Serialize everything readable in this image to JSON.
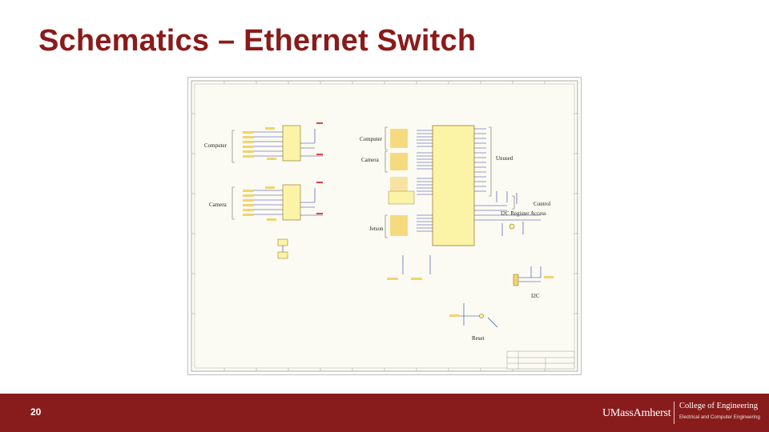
{
  "slide": {
    "title": "Schematics – Ethernet Switch",
    "page_number": "20"
  },
  "schematic": {
    "labels": {
      "computer_left": "Computer",
      "camera_left": "Camera",
      "computer_right": "Computer",
      "camera_right": "Camera",
      "jetson": "Jetson",
      "unused": "Unused",
      "control": "Control",
      "i2c_register_access": "I2C Register Access",
      "i2c": "I2C",
      "reset": "Reset"
    }
  },
  "footer": {
    "brand_name": "UMassAmherst",
    "college": "College of Engineering",
    "department": "Electrical and Computer Engineering"
  },
  "colors": {
    "title": "#8b1a1a",
    "footer_band": "#881c1c",
    "component_fill": "#fbf3a6",
    "wire": "#2a3aa8",
    "sheet_background": "#fcfbf3"
  }
}
